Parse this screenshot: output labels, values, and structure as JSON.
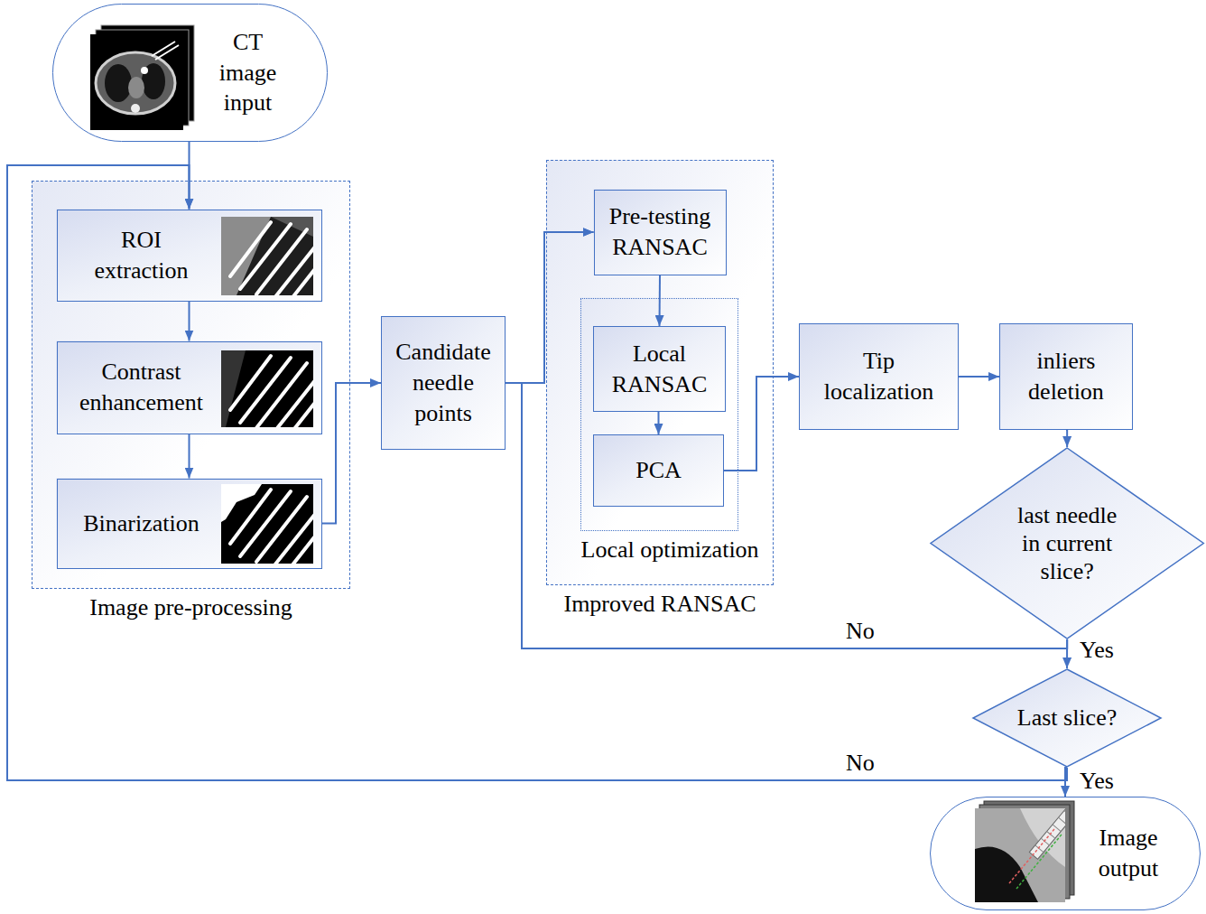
{
  "diagram": {
    "nodes": [
      {
        "text": [
          "CT image input"
        ]
      },
      {
        "text": [
          "Image pre-processing"
        ]
      },
      {
        "text": [
          "ROI extraction"
        ],
        "in": 1
      },
      {
        "text": [
          "Contrast enhancement"
        ],
        "in": 1
      },
      {
        "text": [
          "Binarization"
        ],
        "in": 1
      },
      {
        "text": [
          "Candidate needle points"
        ]
      },
      {
        "text": [
          "Improved RANSAC"
        ]
      },
      {
        "text": [
          "Pre-testing RANSAC"
        ],
        "in": 6
      },
      {
        "text": [
          "Local optimization"
        ],
        "in": 6
      },
      {
        "text": [
          "Local RANSAC"
        ],
        "in": 8
      },
      {
        "text": [
          "PCA"
        ],
        "in": 8
      },
      {
        "text": [
          "Tip localization"
        ]
      },
      {
        "text": [
          "inliers deletion"
        ]
      },
      {
        "text": [
          "last needle in current slice?"
        ]
      },
      {
        "text": [
          "Last slice?"
        ]
      },
      {
        "text": [
          "Image output"
        ]
      }
    ],
    "edges": [
      {
        "from": 0,
        "to": 2,
        "arrow": "to"
      },
      {
        "from": 2,
        "to": 3,
        "arrow": "to"
      },
      {
        "from": 3,
        "to": 4,
        "arrow": "to"
      },
      {
        "from": 4,
        "to": 5,
        "arrow": "to"
      },
      {
        "from": 5,
        "to": 7,
        "arrow": "to"
      },
      {
        "from": 7,
        "to": 9,
        "arrow": "to"
      },
      {
        "from": 9,
        "to": 10,
        "arrow": "to"
      },
      {
        "from": 10,
        "to": 11,
        "arrow": "to"
      },
      {
        "from": 11,
        "to": 12,
        "arrow": "to"
      },
      {
        "from": 12,
        "to": 13,
        "arrow": "to"
      },
      {
        "from": 13,
        "to": 7,
        "label": "No",
        "arrow": "to"
      },
      {
        "from": 13,
        "to": 14,
        "label": "Yes",
        "arrow": "to"
      },
      {
        "from": 14,
        "to": 2,
        "label": "No",
        "arrow": "to"
      },
      {
        "from": 14,
        "to": 15,
        "label": "Yes",
        "arrow": "to"
      }
    ]
  }
}
